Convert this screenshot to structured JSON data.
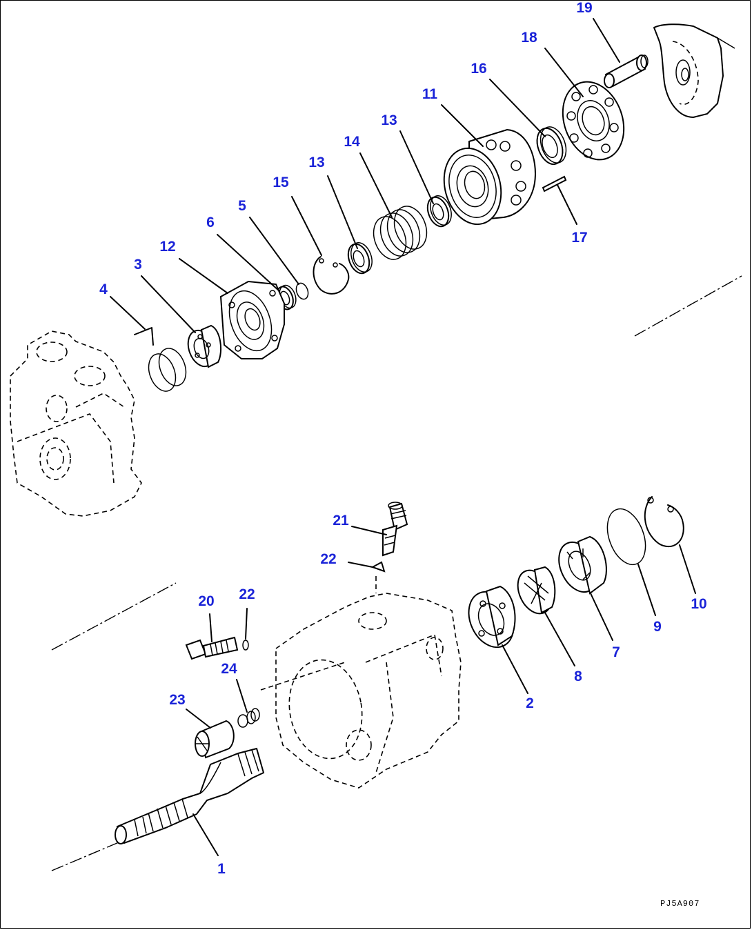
{
  "drawing_code": "PJ5A907",
  "callouts": [
    {
      "id": "c19",
      "text": "19"
    },
    {
      "id": "c18",
      "text": "18"
    },
    {
      "id": "c16",
      "text": "16"
    },
    {
      "id": "c11",
      "text": "11"
    },
    {
      "id": "c13a",
      "text": "13"
    },
    {
      "id": "c14",
      "text": "14"
    },
    {
      "id": "c13b",
      "text": "13"
    },
    {
      "id": "c15",
      "text": "15"
    },
    {
      "id": "c5",
      "text": "5"
    },
    {
      "id": "c6",
      "text": "6"
    },
    {
      "id": "c12",
      "text": "12"
    },
    {
      "id": "c3",
      "text": "3"
    },
    {
      "id": "c4",
      "text": "4"
    },
    {
      "id": "c17",
      "text": "17"
    },
    {
      "id": "c21",
      "text": "21"
    },
    {
      "id": "c22a",
      "text": "22"
    },
    {
      "id": "c20",
      "text": "20"
    },
    {
      "id": "c22b",
      "text": "22"
    },
    {
      "id": "c24",
      "text": "24"
    },
    {
      "id": "c23",
      "text": "23"
    },
    {
      "id": "c1",
      "text": "1"
    },
    {
      "id": "c2",
      "text": "2"
    },
    {
      "id": "c8",
      "text": "8"
    },
    {
      "id": "c7",
      "text": "7"
    },
    {
      "id": "c9",
      "text": "9"
    },
    {
      "id": "c10",
      "text": "10"
    }
  ],
  "colors": {
    "callout": "#1a23d8",
    "line": "#000000",
    "background": "#ffffff"
  }
}
